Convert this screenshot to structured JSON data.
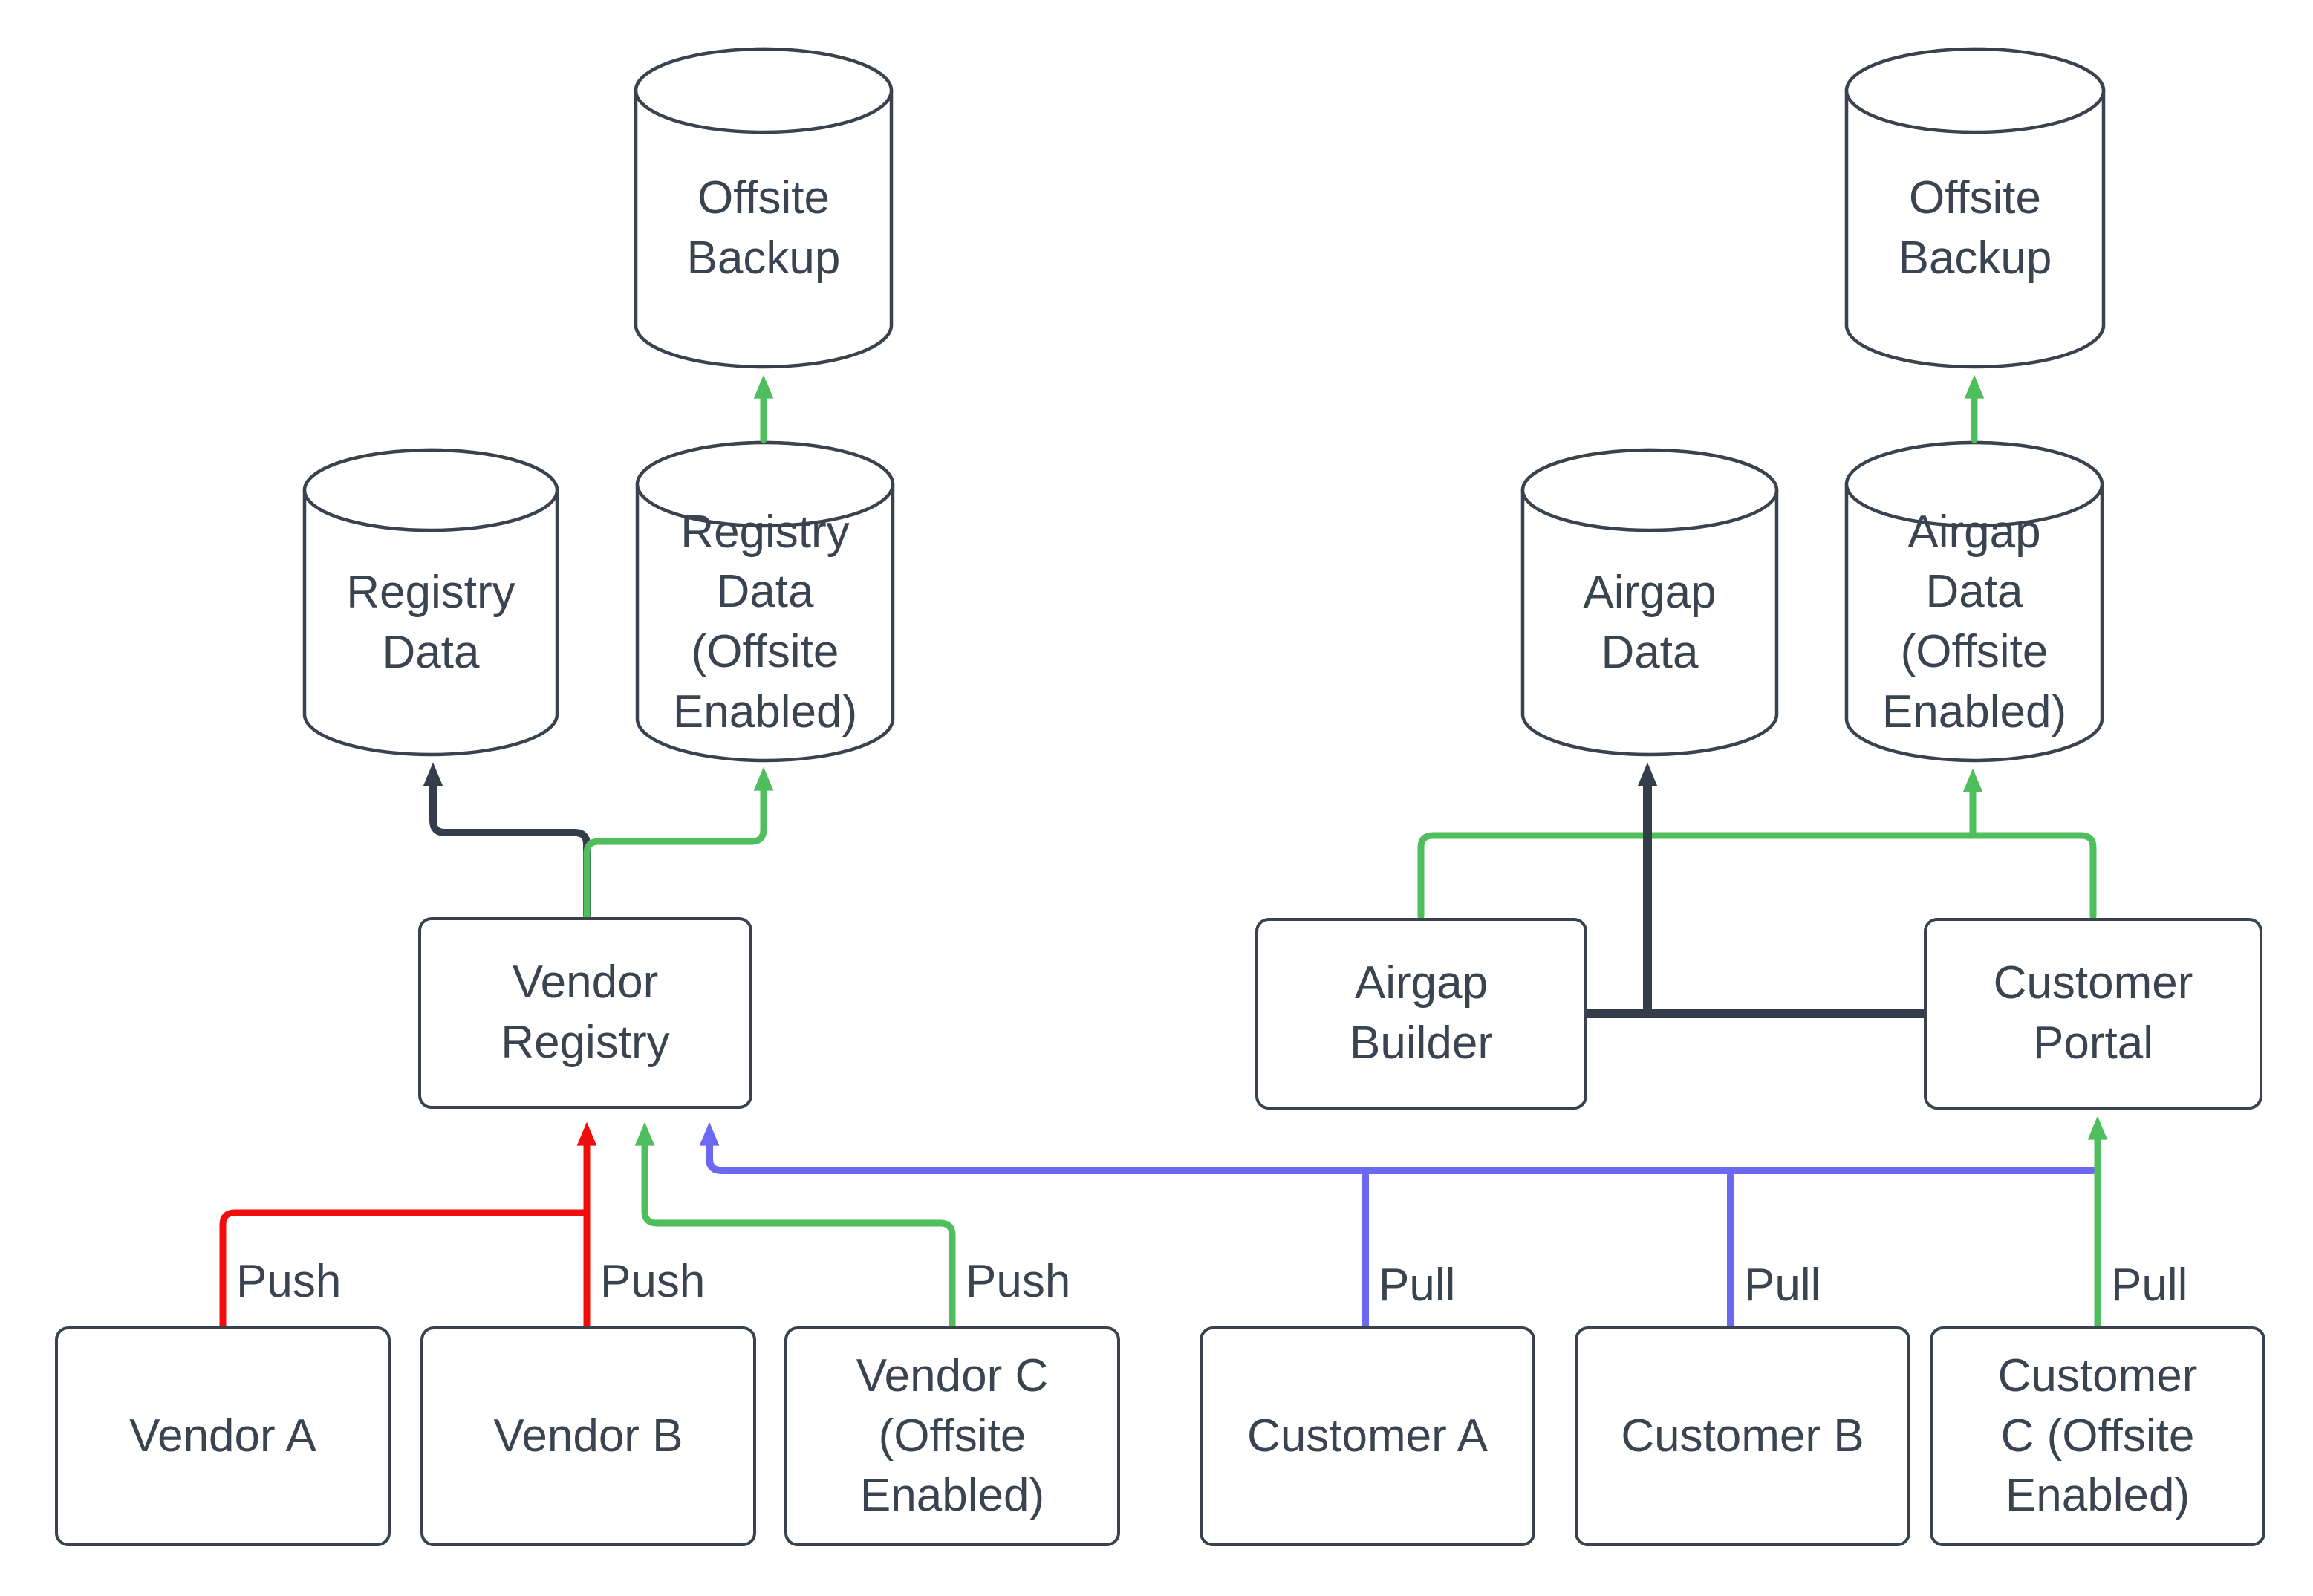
{
  "colors": {
    "line_dark": "#343E4B",
    "line_green": "#4FBE5C",
    "line_red": "#F20D0D",
    "line_blue": "#6D68F2",
    "text": "#3A4450",
    "border": "#39424D",
    "background": "#FFFFFF"
  },
  "nodes": {
    "offsite_backup_left": {
      "label": "Offsite Backup",
      "type": "cylinder"
    },
    "registry_data": {
      "label": "Registry Data",
      "type": "cylinder"
    },
    "registry_data_offsite": {
      "label": "Registry Data (Offsite Enabled)",
      "type": "cylinder"
    },
    "airgap_data": {
      "label": "Airgap Data",
      "type": "cylinder"
    },
    "airgap_data_offsite": {
      "label": "Airgap Data (Offsite Enabled)",
      "type": "cylinder"
    },
    "offsite_backup_right": {
      "label": "Offsite Backup",
      "type": "cylinder"
    },
    "vendor_registry": {
      "label": "Vendor Registry",
      "type": "box"
    },
    "airgap_builder": {
      "label": "Airgap Builder",
      "type": "box"
    },
    "customer_portal": {
      "label": "Customer Portal",
      "type": "box"
    },
    "vendor_a": {
      "label": "Vendor A",
      "type": "box"
    },
    "vendor_b": {
      "label": "Vendor B",
      "type": "box"
    },
    "vendor_c": {
      "label": "Vendor C (Offsite Enabled)",
      "type": "box"
    },
    "customer_a": {
      "label": "Customer A",
      "type": "box"
    },
    "customer_b": {
      "label": "Customer B",
      "type": "box"
    },
    "customer_c": {
      "label": "Customer C (Offsite Enabled)",
      "type": "box"
    }
  },
  "edge_labels": {
    "push_vendor_a": "Push",
    "push_vendor_b": "Push",
    "push_vendor_c": "Push",
    "pull_customer_a": "Pull",
    "pull_customer_b": "Pull",
    "pull_customer_c": "Pull"
  }
}
